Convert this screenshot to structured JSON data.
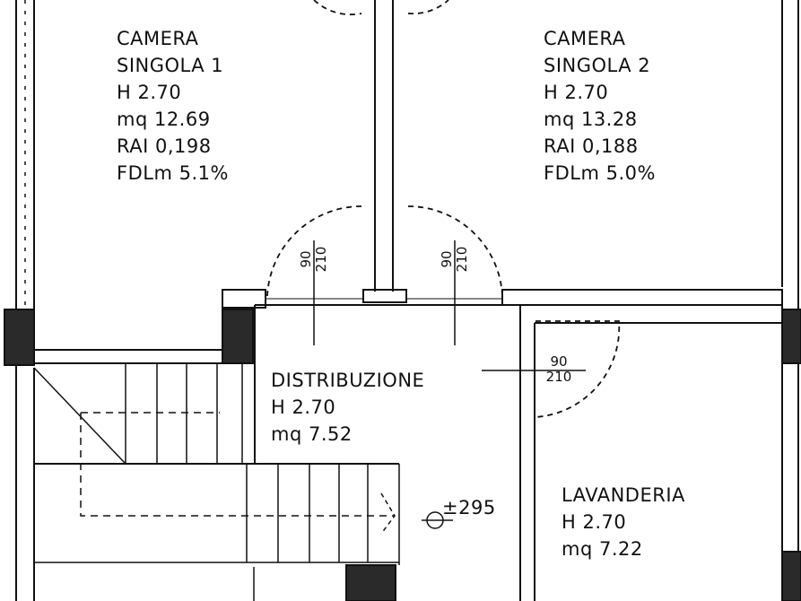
{
  "rooms": [
    {
      "name": "CAMERA",
      "name2": "SINGOLA 1",
      "height": "H  2.70",
      "area": "mq  12.69",
      "rai": "RAI  0,198",
      "fdlm": "FDLm  5.1%"
    },
    {
      "name": "CAMERA",
      "name2": "SINGOLA 2",
      "height": "H  2.70",
      "area": "mq  13.28",
      "rai": "RAI  0,188",
      "fdlm": "FDLm  5.0%"
    },
    {
      "name": "DISTRIBUZIONE",
      "height": "H  2.70",
      "area": "mq  7.52"
    },
    {
      "name": "LAVANDERIA",
      "height": "H  2.70",
      "area": "mq  7.22"
    }
  ],
  "doors": [
    {
      "width": "90",
      "height": "210"
    },
    {
      "width": "90",
      "height": "210"
    },
    {
      "width": "90",
      "height": "210"
    }
  ],
  "level": "±295",
  "colors": {
    "line": "#111111",
    "wall_fill": "#2a2a2a"
  }
}
